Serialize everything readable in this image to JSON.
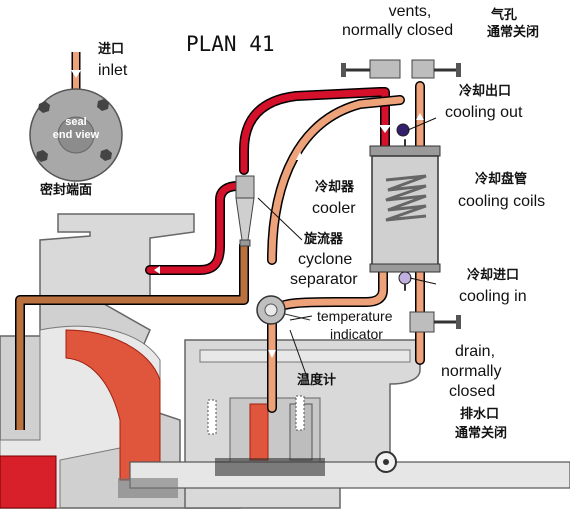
{
  "title": "PLAN 41",
  "labels": {
    "inlet_zh": "进口",
    "inlet_en": "inlet",
    "seal_face_line1": "seal",
    "seal_face_line2": "end view",
    "seal_end_view_zh": "密封端面",
    "vents_line1": "vents,",
    "vents_line2": "normally closed",
    "vents_zh_line1": "气孔",
    "vents_zh_line2": "通常关闭",
    "cooling_out_zh": "冷却出口",
    "cooling_out_en": "cooling out",
    "cooler_zh": "冷却器",
    "cooler_en": "cooler",
    "cooling_coils_zh": "冷却盘管",
    "cooling_coils_en": "cooling coils",
    "cyclone_zh": "旋流器",
    "cyclone_en_line1": "cyclone",
    "cyclone_en_line2": "separator",
    "cooling_in_zh": "冷却进口",
    "cooling_in_en": "cooling in",
    "temp_indicator_line1": "temperature",
    "temp_indicator_line2": "indicator",
    "drain_line1": "drain,",
    "drain_line2": "normally",
    "drain_line3": "closed",
    "temp_gauge_zh": "温度计",
    "drain_zh_line1": "排水口",
    "drain_zh_line2": "通常关闭"
  },
  "colors": {
    "hot_line": "#d4102a",
    "cool_line": "#eea27a",
    "brown_line": "#b8713f",
    "pump_body": "#d9d9d9",
    "pump_dark": "#8c8c8c",
    "cooler_body": "#d0d0d0",
    "casing_red": "#d8202a",
    "seal_face": "#a8a8a8",
    "pipe_arrow": "#ffffff"
  }
}
